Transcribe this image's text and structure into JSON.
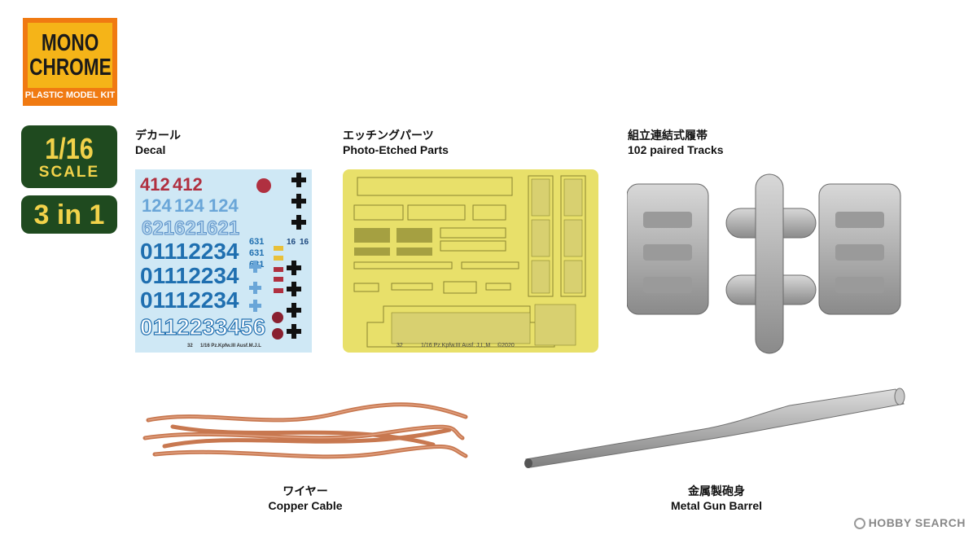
{
  "logo": {
    "line1": "MONO",
    "line2": "CHROME",
    "sub": "PLASTIC MODEL KIT"
  },
  "scale": {
    "ratio": "1/16",
    "word": "SCALE",
    "variant": "3 in 1"
  },
  "items": {
    "decal": {
      "jp": "デカール",
      "en": "Decal"
    },
    "etched": {
      "jp": "エッチングパーツ",
      "en": "Photo-Etched Parts"
    },
    "tracks": {
      "jp": "組立連結式履帯",
      "en": "102 paired Tracks"
    },
    "cable": {
      "jp": "ワイヤー",
      "en": "Copper Cable"
    },
    "barrel": {
      "jp": "金属製砲身",
      "en": "Metal Gun Barrel"
    }
  },
  "decal_sheet": {
    "row1": [
      "412",
      "412"
    ],
    "row2": [
      "124",
      "124",
      "124"
    ],
    "row3": [
      "621",
      "621",
      "621"
    ],
    "digits": "01112234",
    "bottom": "0112233456",
    "numbers_small": [
      "631",
      "631",
      "631",
      "16",
      "16"
    ],
    "footer_num": "32",
    "footer": "1/16 Pz.Kpfw.III Ausf.M.J.L"
  },
  "pe_sheet": {
    "num": "32",
    "text": "1/16 Pz.Kpfw.III Ausf. J,L,M",
    "copyright": "©2020"
  },
  "watermark": "HOBBY SEARCH",
  "colors": {
    "logo_orange": "#f07a12",
    "logo_yellow": "#f5b418",
    "badge_green": "#1f4a1f",
    "badge_text": "#f2d24a"
  }
}
